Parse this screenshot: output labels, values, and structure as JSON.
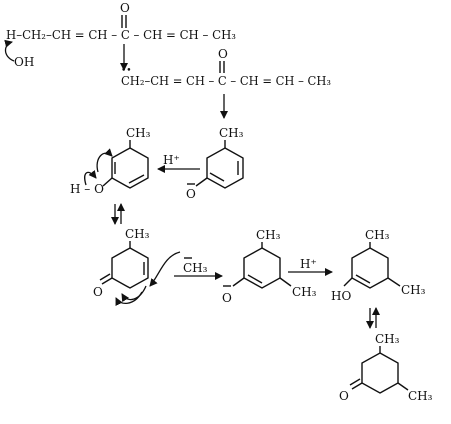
{
  "colors": {
    "ink": "#111111",
    "background": "#ffffff"
  },
  "step1": {
    "chain": "H–CH₂–CH = CH – C – CH = CH – CH₃",
    "carbonyl_o": "O",
    "base": "OH"
  },
  "step2": {
    "lone_pair": "••",
    "chain": "CH₂–CH = CH – C – CH = CH – CH₃",
    "carbonyl_o": "O"
  },
  "step3": {
    "enolate_ch3": "CH₃",
    "enolate_o": "O",
    "proton": "H⁺",
    "phenol_ch3": "CH₃",
    "phenol_oh": "H – O"
  },
  "step4": {
    "enone_ch3": "CH₃",
    "enone_o": "O",
    "methyl_anion": "CH₃",
    "enolate2_ch3_top": "CH₃",
    "enolate2_ch3_right": "CH₃",
    "enolate2_o": "O",
    "proton": "H⁺",
    "enol_ch3_top": "CH₃",
    "enol_ch3_right": "CH₃",
    "enol_ho": "HO"
  },
  "step5": {
    "product_ch3_top": "CH₃",
    "product_ch3_right": "CH₃",
    "product_o": "O"
  }
}
